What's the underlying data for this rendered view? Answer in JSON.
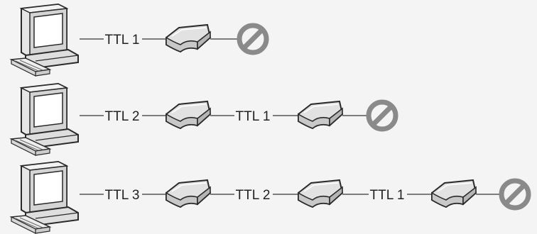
{
  "diagram": {
    "rows": [
      {
        "ttl_labels": [
          "TTL 1"
        ]
      },
      {
        "ttl_labels": [
          "TTL 2",
          "TTL 1"
        ]
      },
      {
        "ttl_labels": [
          "TTL 3",
          "TTL 2",
          "TTL 1"
        ]
      }
    ],
    "icons": {
      "source": "computer-icon",
      "hop": "router-icon",
      "terminal": "blocked-icon"
    },
    "colors": {
      "background": "#f4f4f4",
      "line": "#555555",
      "text": "#222222",
      "device_fill": "#dcdcdc",
      "device_stroke": "#2a2a2a",
      "blocked": "#8a8a8a"
    }
  }
}
